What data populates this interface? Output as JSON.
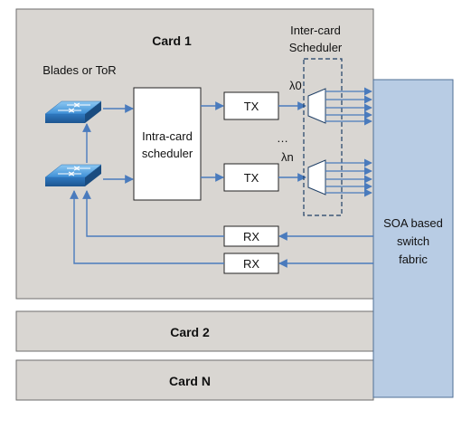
{
  "cards": {
    "card1_label": "Card 1",
    "card2_label": "Card 2",
    "cardn_label": "Card N"
  },
  "blades_label": "Blades or ToR",
  "intra_scheduler": {
    "line1": "Intra-card",
    "line2": "scheduler"
  },
  "inter_scheduler": {
    "line1": "Inter-card",
    "line2": "Scheduler"
  },
  "tx_labels": [
    "TX",
    "TX"
  ],
  "rx_labels": [
    "RX",
    "RX"
  ],
  "wavelength_labels": [
    "λ0",
    "λn"
  ],
  "ellipsis": "…",
  "switch_fabric": {
    "line1": "SOA based",
    "line2": "switch",
    "line3": "fabric"
  },
  "colors": {
    "card_fill": "#d9d6d2",
    "card_stroke": "#6e6e6e",
    "fabric_fill": "#b8cce4",
    "fabric_stroke": "#4f6f96",
    "arrow": "#4a7bbd",
    "scheduler_dash": "#1f3f66",
    "tor_icon": "#3d8fd6"
  }
}
